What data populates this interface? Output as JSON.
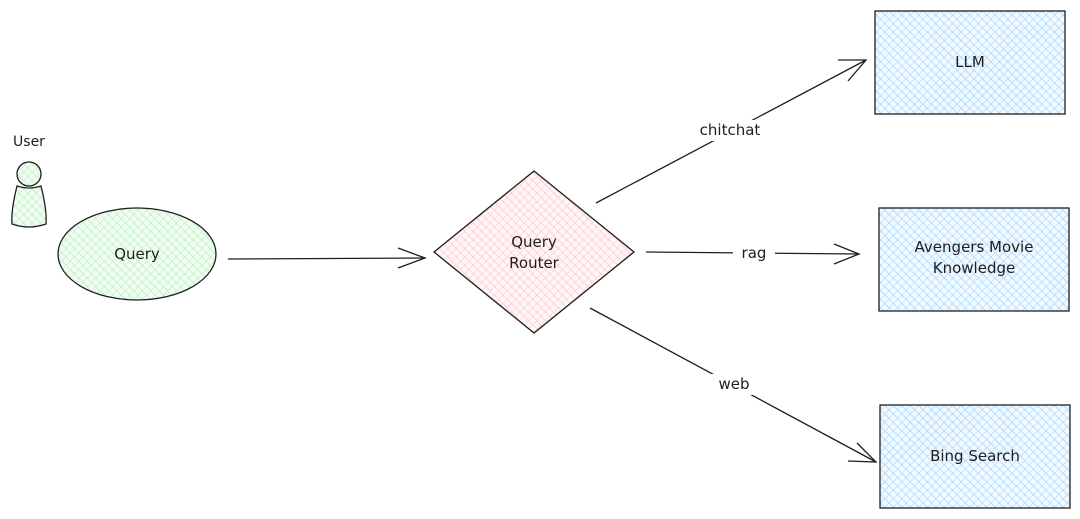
{
  "colors": {
    "stroke": "#1e1e1e",
    "user_fill": "#b2f2bb",
    "query_fill": "#b2f2bb",
    "router_fill": "#ffc9c9",
    "target_fill": "#a5d8ff"
  },
  "actor": {
    "label": "User",
    "icon": "person-icon"
  },
  "nodes": {
    "query": "Query",
    "router": {
      "line1": "Query",
      "line2": "Router"
    },
    "llm": "LLM",
    "avengers": {
      "line1": "Avengers Movie",
      "line2": "Knowledge"
    },
    "bing": "Bing Search"
  },
  "edges": {
    "chitchat": "chitchat",
    "rag": "rag",
    "web": "web"
  }
}
